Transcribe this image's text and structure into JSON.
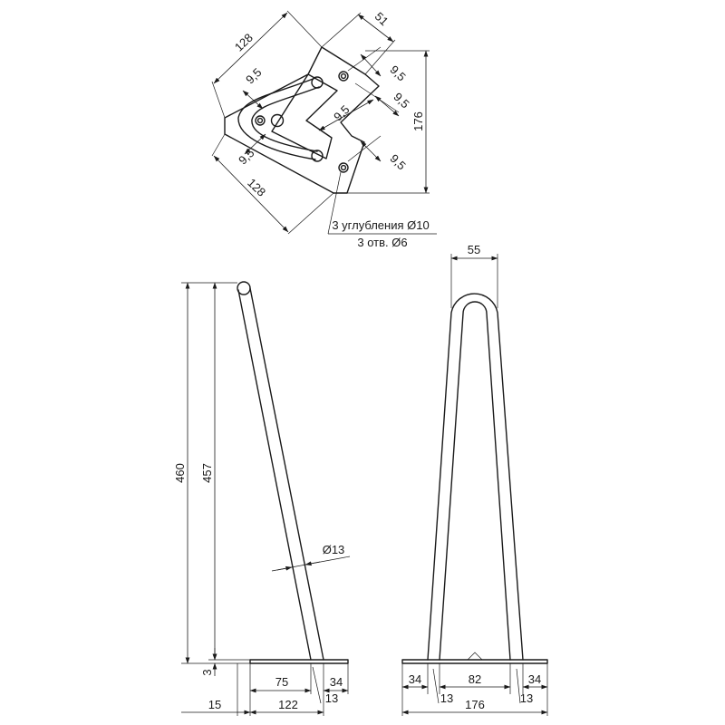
{
  "top_view": {
    "dim_128_top": "128",
    "dim_51": "51",
    "dim_9_5_a": "9,5",
    "dim_9_5_b": "9,5",
    "dim_9_5_c": "9,5",
    "dim_9_5_d": "9,5",
    "dim_9_5_e": "9,5",
    "dim_9_5_f": "9,5",
    "dim_176": "176",
    "dim_128_bottom": "128",
    "note_recess": "3 углубления Ø10",
    "note_holes": "3 отв. Ø6"
  },
  "side_view": {
    "dim_460": "460",
    "dim_457": "457",
    "dim_rod": "Ø13",
    "dim_3": "3",
    "dim_15": "15",
    "dim_75": "75",
    "dim_34": "34",
    "dim_122": "122",
    "dim_13": "13"
  },
  "front_view": {
    "dim_55": "55",
    "dim_34_left": "34",
    "dim_82": "82",
    "dim_34_right": "34",
    "dim_13_left": "13",
    "dim_13_right": "13",
    "dim_176": "176"
  }
}
